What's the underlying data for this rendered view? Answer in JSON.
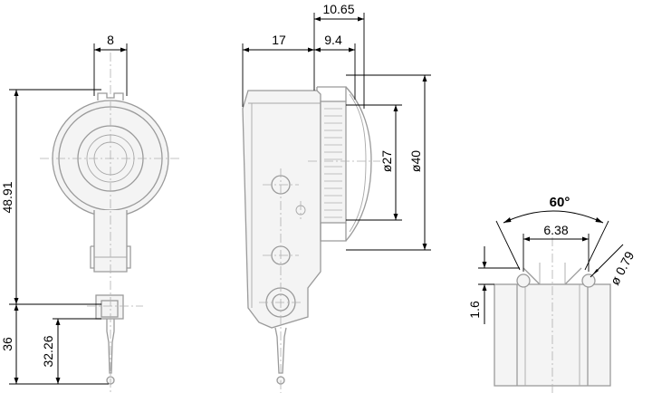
{
  "dimensions": {
    "front_width": "8",
    "front_height": "48.91",
    "total_height": "36",
    "stylus_length": "32.26",
    "side_body_width": "17",
    "side_bezel_width": "9.4",
    "side_total_width": "10.65",
    "bezel_diameter": "ø27",
    "dial_diameter": "ø40",
    "ball_offset": "1.6",
    "dovetail_angle": "60°",
    "dovetail_width": "6.38",
    "ball_diameter": "ø 0.79"
  },
  "colors": {
    "part_line": "#9a9a9a",
    "dimension_line": "#000000",
    "background": "#ffffff"
  }
}
